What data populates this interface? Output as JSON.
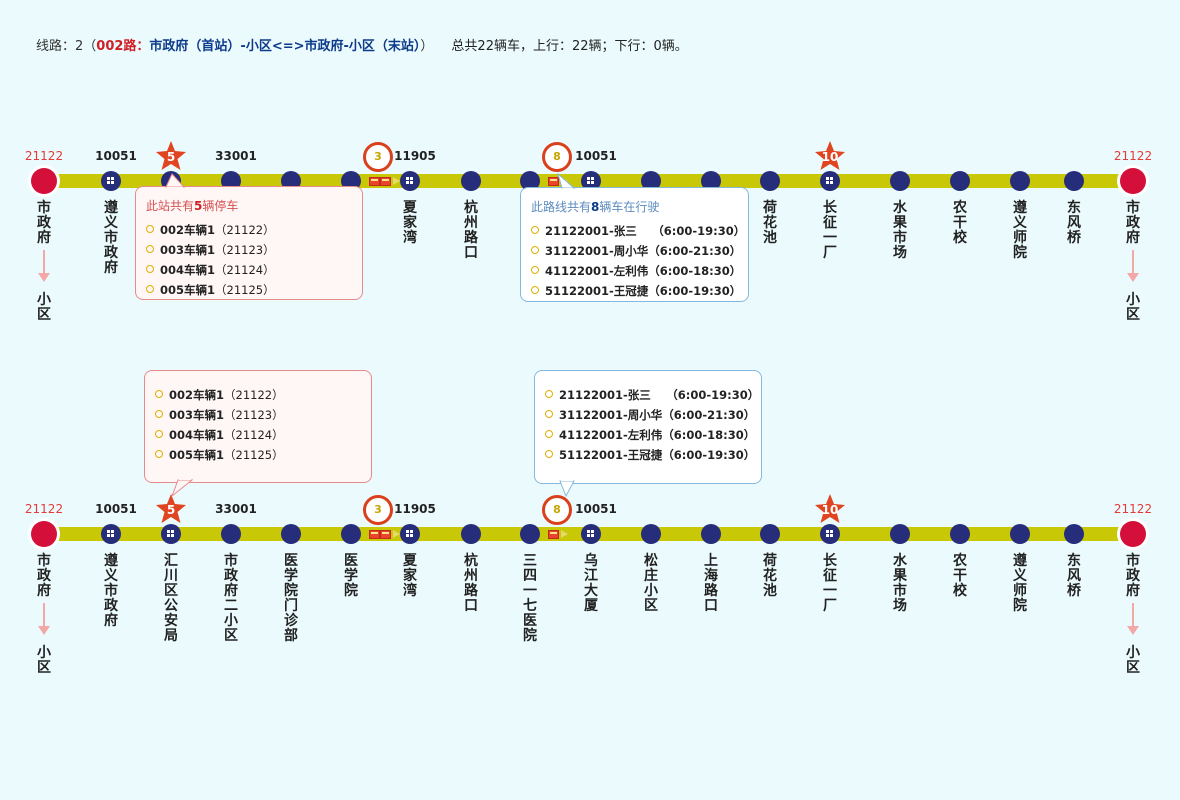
{
  "header": {
    "prefix": "线路：2（",
    "route_num": "002路：",
    "route_desc": "市政府（首站）-小区<=>市政府-小区（末站）",
    "suffix": "）",
    "summary": "总共22辆车，上行：22辆；下行：0辆。"
  },
  "lanes": [
    {
      "terminal_left": {
        "code": "21122",
        "name": "市政府",
        "dest": "小区"
      },
      "terminal_right": {
        "code": "21122",
        "name": "市政府",
        "dest": "小区"
      },
      "stops": [
        {
          "name": "遵义市政府",
          "code": "10051",
          "badge": "bus"
        },
        {
          "name": "",
          "code": "",
          "badge": "none"
        },
        {
          "name": "",
          "code": "33001",
          "badge": "none"
        },
        {
          "name": "",
          "code": "",
          "badge": "none"
        },
        {
          "name": "",
          "code": "",
          "badge": "none"
        },
        {
          "name": "夏家湾",
          "code": "11905",
          "badge": "bus"
        },
        {
          "name": "杭州路口",
          "code": "",
          "badge": "none"
        },
        {
          "name": "",
          "code": "",
          "badge": "none"
        },
        {
          "name": "",
          "code": "10051",
          "badge": "bus"
        },
        {
          "name": "",
          "code": "",
          "badge": "none"
        },
        {
          "name": "",
          "code": "",
          "badge": "none"
        },
        {
          "name": "荷花池",
          "code": "",
          "badge": "none"
        },
        {
          "name": "长征一厂",
          "code": "",
          "badge": "bus"
        },
        {
          "name": "水果市场",
          "code": "",
          "badge": "none"
        },
        {
          "name": "农干校",
          "code": "",
          "badge": "none"
        },
        {
          "name": "遵义师院",
          "code": "",
          "badge": "none"
        },
        {
          "name": "东风桥",
          "code": "",
          "badge": "none"
        }
      ],
      "stars": [
        {
          "value": "5"
        },
        {
          "value": "10"
        }
      ],
      "rings": [
        {
          "value": "3"
        },
        {
          "value": "8"
        }
      ]
    },
    {
      "terminal_left": {
        "code": "21122",
        "name": "市政府",
        "dest": "小区"
      },
      "terminal_right": {
        "code": "21122",
        "name": "市政府",
        "dest": "小区"
      },
      "stops": [
        {
          "name": "遵义市政府",
          "code": "10051",
          "badge": "bus"
        },
        {
          "name": "汇川区公安局",
          "code": "",
          "badge": "bus"
        },
        {
          "name": "市政府二小区",
          "code": "33001",
          "badge": "none"
        },
        {
          "name": "医学院门诊部",
          "code": "",
          "badge": "none"
        },
        {
          "name": "医学院",
          "code": "",
          "badge": "none"
        },
        {
          "name": "夏家湾",
          "code": "11905",
          "badge": "bus"
        },
        {
          "name": "杭州路口",
          "code": "",
          "badge": "none"
        },
        {
          "name": "三四一七医院",
          "code": "",
          "badge": "none"
        },
        {
          "name": "乌江大厦",
          "code": "10051",
          "badge": "bus"
        },
        {
          "name": "松庄小区",
          "code": "",
          "badge": "none"
        },
        {
          "name": "上海路口",
          "code": "",
          "badge": "none"
        },
        {
          "name": "荷花池",
          "code": "",
          "badge": "none"
        },
        {
          "name": "长征一厂",
          "code": "",
          "badge": "bus"
        },
        {
          "name": "水果市场",
          "code": "",
          "badge": "none"
        },
        {
          "name": "农干校",
          "code": "",
          "badge": "none"
        },
        {
          "name": "遵义师院",
          "code": "",
          "badge": "none"
        },
        {
          "name": "东风桥",
          "code": "",
          "badge": "none"
        }
      ],
      "stars": [
        {
          "value": "5"
        },
        {
          "value": "10"
        }
      ],
      "rings": [
        {
          "value": "3"
        },
        {
          "value": "8"
        }
      ]
    }
  ],
  "popups": {
    "parked_top": {
      "title_pre": "此站共有",
      "title_num": "5",
      "title_post": "辆停车",
      "items": [
        {
          "main": "002车辆1",
          "sub": "（21122）"
        },
        {
          "main": "003车辆1",
          "sub": "（21123）"
        },
        {
          "main": "004车辆1",
          "sub": "（21124）"
        },
        {
          "main": "005车辆1",
          "sub": "（21125）"
        }
      ]
    },
    "running_top": {
      "title_pre": "此路线共有",
      "title_num": "8",
      "title_post": "辆车在行驶",
      "items": [
        {
          "main": "21122001-张三　 （6:00-19:30）"
        },
        {
          "main": "31122001-周小华（6:00-21:30）"
        },
        {
          "main": "41122001-左利伟（6:00-18:30）"
        },
        {
          "main": "51122001-王冠捷（6:00-19:30）"
        }
      ]
    },
    "parked_bottom": {
      "items": [
        {
          "main": "002车辆1",
          "sub": "（21122）"
        },
        {
          "main": "003车辆1",
          "sub": "（21123）"
        },
        {
          "main": "004车辆1",
          "sub": "（21124）"
        },
        {
          "main": "005车辆1",
          "sub": "（21125）"
        }
      ]
    },
    "running_bottom": {
      "items": [
        {
          "main": "21122001-张三　 （6:00-19:30）"
        },
        {
          "main": "31122001-周小华（6:00-21:30）"
        },
        {
          "main": "41122001-左利伟（6:00-18:30）"
        },
        {
          "main": "51122001-王冠捷（6:00-19:30）"
        }
      ]
    }
  },
  "colors": {
    "track": "#c9c807",
    "stop": "#262d7a",
    "terminal": "#d30f3a",
    "accent": "#d01e25"
  }
}
